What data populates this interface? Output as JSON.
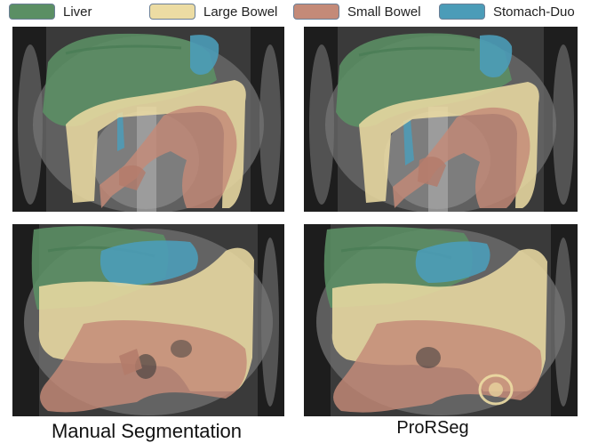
{
  "legend": {
    "items": [
      {
        "label": "Liver",
        "color": "#5b8f64"
      },
      {
        "label": "Large Bowel",
        "color": "#ecdca3"
      },
      {
        "label": "Small Bowel",
        "color": "#c48a78"
      },
      {
        "label": "Stomach-Duo",
        "color": "#4b9cb8"
      }
    ]
  },
  "captions": {
    "left": "Manual Segmentation",
    "right": "ProRSeg"
  }
}
